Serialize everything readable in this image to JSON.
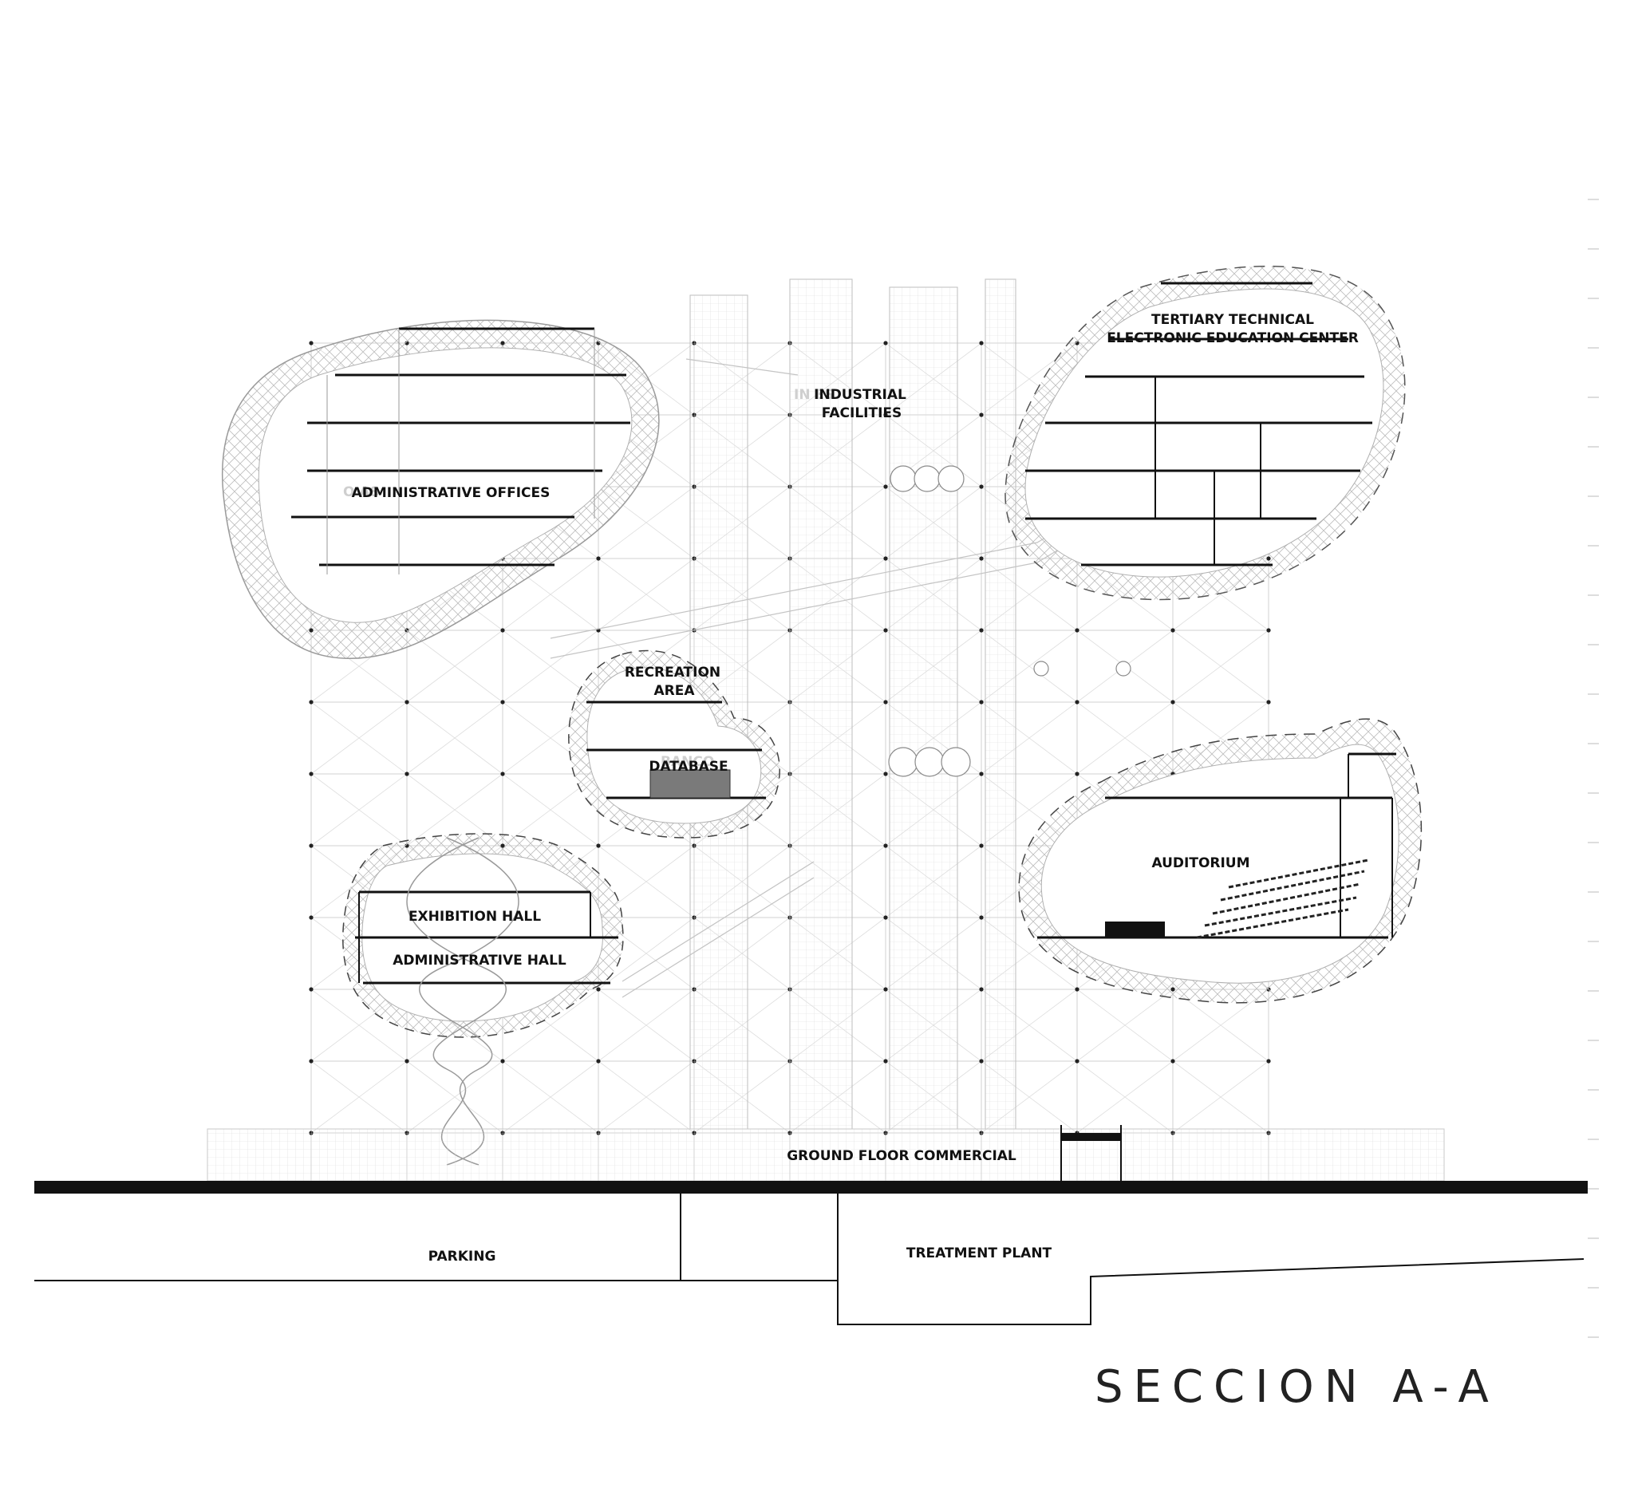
{
  "drawing": {
    "title": "SECCION A-A",
    "labels": {
      "administrative_offices": "ADMINISTRATIVE OFFICES",
      "industrial_facilities_1": "INDUSTRIAL",
      "industrial_facilities_2": "FACILITIES",
      "tertiary_1": "TERTIARY TECHNICAL",
      "tertiary_2": "ELECTRONIC EDUCATION CENTER",
      "recreation_1": "RECREATION",
      "recreation_2": "AREA",
      "database": "DATABASE",
      "auditorium": "AUDITORIUM",
      "exhibition_hall": "EXHIBITION HALL",
      "administrative_hall": "ADMINISTRATIVE HALL",
      "ground_floor_commercial": "GROUND FLOOR COMMERCIAL",
      "parking": "PARKING",
      "treatment_plant": "TREATMENT PLANT"
    }
  }
}
